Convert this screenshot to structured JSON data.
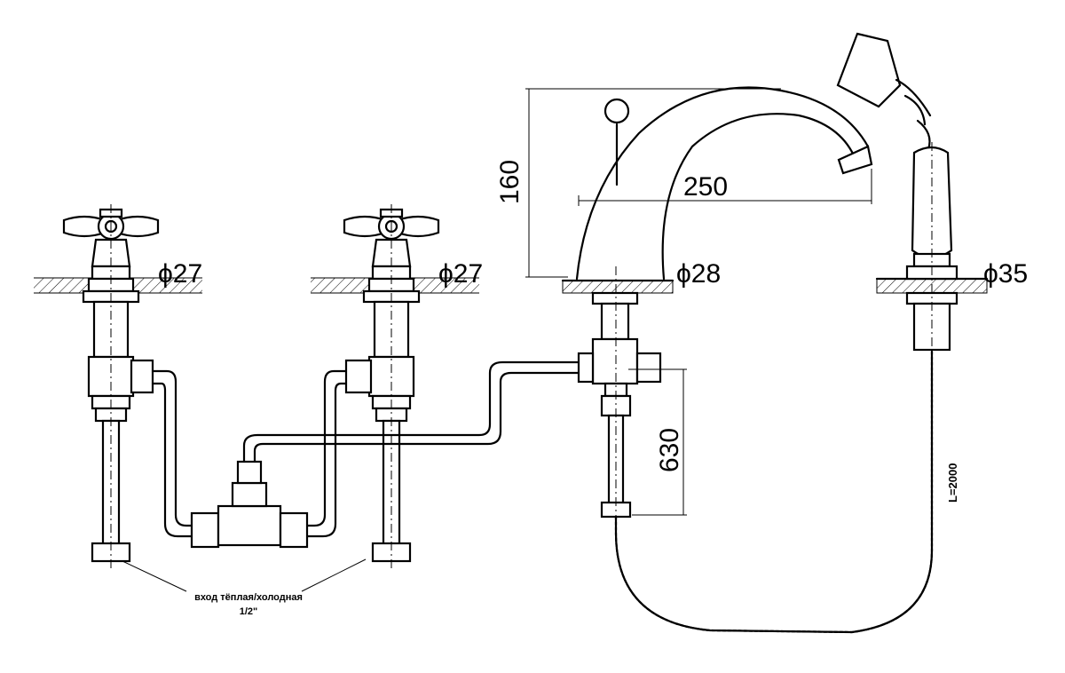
{
  "dimensions": {
    "d_left_valve": "ϕ27",
    "d_mid_valve": "ϕ27",
    "d_spout": "ϕ28",
    "d_shower": "ϕ35",
    "spout_height": "160",
    "spout_reach": "250",
    "hose_drop": "630",
    "hose_length": "L=2000"
  },
  "note": {
    "line1": "вход тёплая/холодная",
    "line2": "1/2\""
  }
}
